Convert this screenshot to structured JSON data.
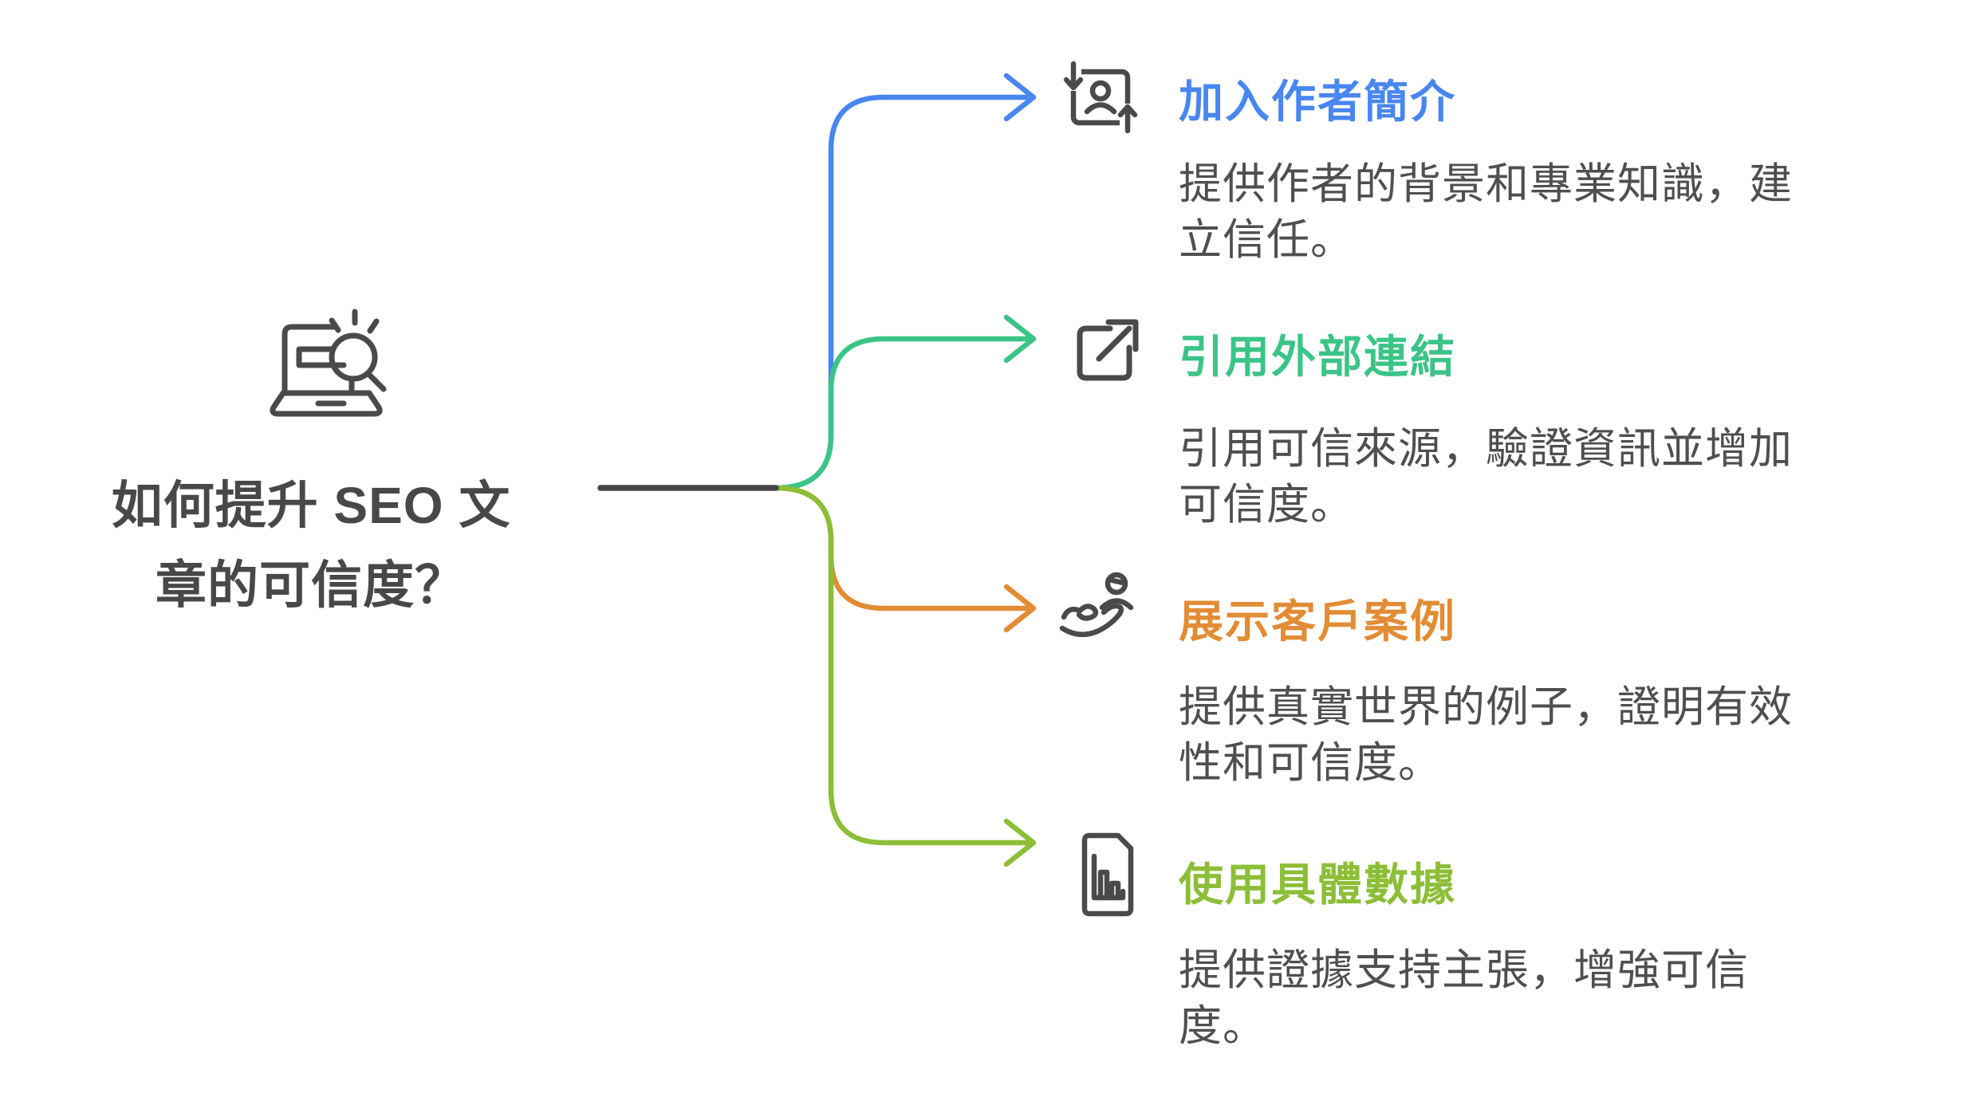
{
  "colors": {
    "stem": "#454545",
    "icon_stroke": "#4a4a4a",
    "center_title": "#484848",
    "description_text": "#4f4f4f",
    "background": "#ffffff"
  },
  "center": {
    "icon": "laptop-search-icon",
    "title_lines": [
      "如何提升 SEO 文",
      "章的可信度？"
    ]
  },
  "branches": [
    {
      "title": "加入作者簡介",
      "color": "#4886f0",
      "icon": "user-sync-icon",
      "desc_lines": [
        "提供作者的背景和專業知識，建",
        "立信任。"
      ]
    },
    {
      "title": "引用外部連結",
      "color": "#3bc487",
      "icon": "external-link-icon",
      "desc_lines": [
        "引用可信來源，驗證資訊並增加",
        "可信度。"
      ]
    },
    {
      "title": "展示客戶案例",
      "color": "#e28c35",
      "icon": "customer-care-icon",
      "desc_lines": [
        "提供真實世界的例子，證明有效",
        "性和可信度。"
      ]
    },
    {
      "title": "使用具體數據",
      "color": "#8cbe37",
      "icon": "document-chart-icon",
      "desc_lines": [
        "提供證據支持主張，增強可信",
        "度。"
      ]
    }
  ]
}
